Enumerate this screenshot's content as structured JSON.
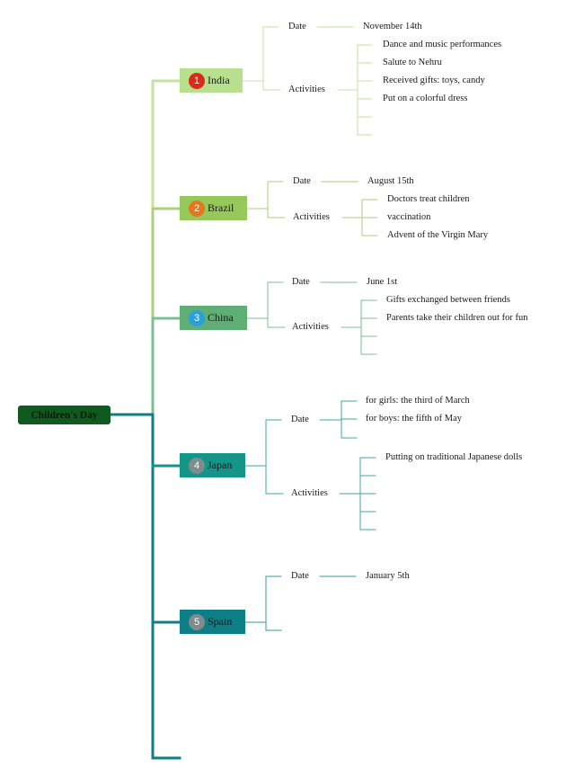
{
  "root": {
    "label": "Children's Day",
    "color": "#0f5a1e"
  },
  "countries": [
    {
      "number": "1",
      "name": "India",
      "box_color": "#b6e08e",
      "badge_color": "#d92b1a",
      "line_color": "#c3e39f",
      "sections": [
        {
          "label": "Date",
          "items": [
            "November 14th"
          ]
        },
        {
          "label": "Activities",
          "items": [
            "Dance and music performances",
            "Salute to Nehru",
            "Received gifts: toys, candy",
            "Put on a colorful dress",
            "",
            ""
          ]
        }
      ]
    },
    {
      "number": "2",
      "name": "Brazil",
      "box_color": "#96c95a",
      "badge_color": "#e5781e",
      "line_color": "#a9d27a",
      "sections": [
        {
          "label": "Date",
          "items": [
            "August 15th"
          ]
        },
        {
          "label": "Activities",
          "items": [
            "Doctors treat children",
            "vaccination",
            "Advent of the Virgin Mary"
          ]
        }
      ]
    },
    {
      "number": "3",
      "name": "China",
      "box_color": "#5fae75",
      "badge_color": "#2aa0d8",
      "line_color": "#7dbf95",
      "sections": [
        {
          "label": "Date",
          "items": [
            "June 1st"
          ]
        },
        {
          "label": "Activities",
          "items": [
            "Gifts exchanged between friends",
            "Parents take their children out for fun",
            "",
            ""
          ]
        }
      ]
    },
    {
      "number": "4",
      "name": "Japan",
      "box_color": "#15958a",
      "badge_color": "#7f8c8c",
      "line_color": "#3ea99f",
      "sections": [
        {
          "label": "Date",
          "items": [
            "for girls: the third of March",
            "for boys: the fifth of May",
            ""
          ]
        },
        {
          "label": "Activities",
          "items": [
            "Putting on traditional Japanese dolls",
            "",
            "",
            "",
            ""
          ]
        }
      ]
    },
    {
      "number": "5",
      "name": "Spain",
      "box_color": "#0e7f86",
      "badge_color": "#7f8c8c",
      "line_color": "#3a979c",
      "sections": [
        {
          "label": "Date",
          "items": [
            "January 5th"
          ]
        },
        {
          "label": "",
          "items": []
        }
      ]
    }
  ]
}
